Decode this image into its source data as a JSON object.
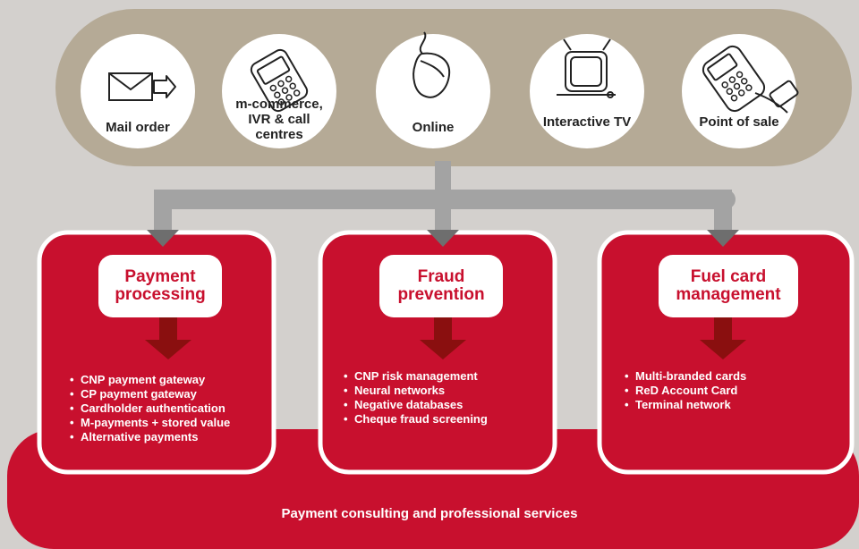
{
  "colors": {
    "background": "#d3d0cd",
    "channel_band": "#b5aa96",
    "connector": "#a3a3a3",
    "accent_red": "#c8102e",
    "arrow_dark": "#8a0f0f"
  },
  "channels": [
    {
      "icon": "mail-envelope-icon",
      "label": "Mail order"
    },
    {
      "icon": "mobile-phone-icon",
      "label": "m-commerce, IVR & call centres"
    },
    {
      "icon": "computer-mouse-icon",
      "label": "Online"
    },
    {
      "icon": "television-icon",
      "label": "Interactive TV"
    },
    {
      "icon": "pin-terminal-icon",
      "label": "Point of sale"
    }
  ],
  "services": [
    {
      "title": "Payment processing",
      "items": [
        "CNP payment gateway",
        "CP payment gateway",
        "Cardholder authentication",
        "M-payments + stored value",
        "Alternative payments"
      ]
    },
    {
      "title": "Fraud prevention",
      "items": [
        "CNP risk management",
        "Neural networks",
        "Negative databases",
        "Cheque fraud screening"
      ]
    },
    {
      "title": "Fuel card management",
      "items": [
        "Multi-branded cards",
        "ReD Account Card",
        "Terminal network"
      ]
    }
  ],
  "footer": {
    "label": "Payment consulting and professional services"
  }
}
